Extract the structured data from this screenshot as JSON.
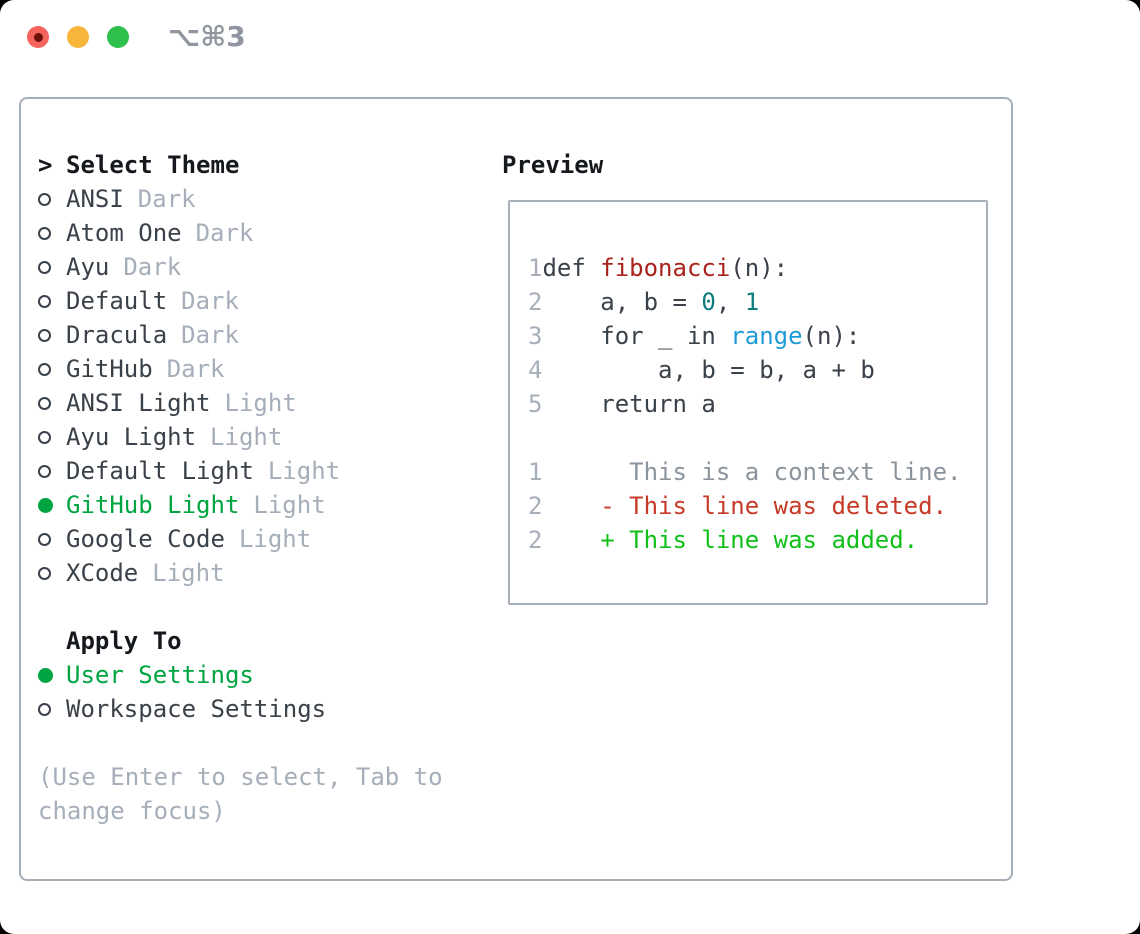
{
  "window": {
    "title": "⌥⌘3"
  },
  "colors": {
    "traffic_red": "#f4645c",
    "traffic_red_dot": "#6e100c",
    "traffic_yellow": "#f6b53b",
    "traffic_green": "#2ec04a",
    "title_gray": "#8f969f",
    "border_gray": "#a7afb9",
    "header_text": "#15181c",
    "item_text": "#3a4149",
    "muted": "#a6aeba",
    "accent_green": "#00a542",
    "func_red": "#ab221c",
    "number_teal": "#0d7d80",
    "builtin_blue": "#1f9ad7",
    "context_gray": "#8b939c",
    "deleted_red": "#c63a27",
    "added_green": "#10c019"
  },
  "theme_list": {
    "header": "Select Theme",
    "items": [
      {
        "name": "ANSI",
        "tag": "Dark",
        "selected": false
      },
      {
        "name": "Atom One",
        "tag": "Dark",
        "selected": false
      },
      {
        "name": "Ayu",
        "tag": "Dark",
        "selected": false
      },
      {
        "name": "Default",
        "tag": "Dark",
        "selected": false
      },
      {
        "name": "Dracula",
        "tag": "Dark",
        "selected": false
      },
      {
        "name": "GitHub",
        "tag": "Dark",
        "selected": false
      },
      {
        "name": "ANSI Light",
        "tag": "Light",
        "selected": false
      },
      {
        "name": "Ayu Light",
        "tag": "Light",
        "selected": false
      },
      {
        "name": "Default Light",
        "tag": "Light",
        "selected": false
      },
      {
        "name": "GitHub Light",
        "tag": "Light",
        "selected": true
      },
      {
        "name": "Google Code",
        "tag": "Light",
        "selected": false
      },
      {
        "name": "XCode",
        "tag": "Light",
        "selected": false
      }
    ]
  },
  "apply_to": {
    "header": "Apply To",
    "options": [
      {
        "name": "User Settings",
        "selected": true
      },
      {
        "name": "Workspace Settings",
        "selected": false
      }
    ]
  },
  "hint": {
    "line1": "(Use Enter to select, Tab to",
    "line2": "change focus)"
  },
  "preview": {
    "header": "Preview",
    "lines": [
      {
        "num": "1",
        "segments": [
          {
            "text": "def ",
            "color": "code"
          },
          {
            "text": "fibonacci",
            "color": "func"
          },
          {
            "text": "(n):",
            "color": "code"
          }
        ]
      },
      {
        "num": "2",
        "segments": [
          {
            "text": "    a, b = ",
            "color": "code"
          },
          {
            "text": "0",
            "color": "num"
          },
          {
            "text": ", ",
            "color": "code"
          },
          {
            "text": "1",
            "color": "num"
          }
        ]
      },
      {
        "num": "3",
        "segments": [
          {
            "text": "    for _ in ",
            "color": "code"
          },
          {
            "text": "range",
            "color": "builtin"
          },
          {
            "text": "(n):",
            "color": "code"
          }
        ]
      },
      {
        "num": "4",
        "segments": [
          {
            "text": "        a, b = b, a + b",
            "color": "code"
          }
        ]
      },
      {
        "num": "5",
        "segments": [
          {
            "text": "    return a",
            "color": "code"
          }
        ]
      },
      {
        "num": "",
        "segments": []
      },
      {
        "num": "1",
        "segments": [
          {
            "text": "      This is a context line.",
            "color": "context"
          }
        ]
      },
      {
        "num": "2",
        "segments": [
          {
            "text": "    - This line was deleted.",
            "color": "deleted"
          }
        ]
      },
      {
        "num": "2",
        "segments": [
          {
            "text": "    + This line was added.",
            "color": "added"
          }
        ]
      }
    ]
  }
}
